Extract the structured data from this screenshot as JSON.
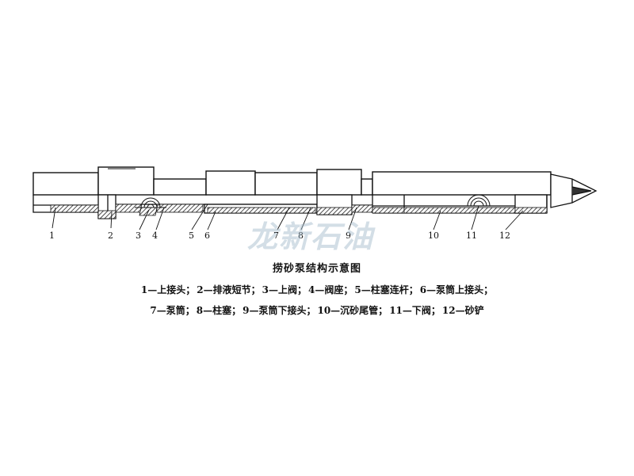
{
  "caption": "捞砂泵结构示意图",
  "watermark": "龙新石油",
  "legend_rows": [
    [
      {
        "num": "1",
        "sep": "—",
        "label": "上接头",
        "tail": "；"
      },
      {
        "num": "2",
        "sep": "—",
        "label": "排液短节",
        "tail": "；"
      },
      {
        "num": "3",
        "sep": "—",
        "label": "上阀",
        "tail": "；"
      },
      {
        "num": "4",
        "sep": "—",
        "label": "阀座",
        "tail": "；"
      },
      {
        "num": "5",
        "sep": "—",
        "label": "柱塞连杆",
        "tail": "；"
      },
      {
        "num": "6",
        "sep": "—",
        "label": "泵筒上接头",
        "tail": "；"
      }
    ],
    [
      {
        "num": "7",
        "sep": "—",
        "label": "泵筒",
        "tail": "；"
      },
      {
        "num": "8",
        "sep": "—",
        "label": "柱塞",
        "tail": "；"
      },
      {
        "num": "9",
        "sep": "—",
        "label": "泵筒下接头",
        "tail": "；"
      },
      {
        "num": "10",
        "sep": "—",
        "label": "沉砂尾管",
        "tail": "；"
      },
      {
        "num": "11",
        "sep": "—",
        "label": "下阀",
        "tail": "；"
      },
      {
        "num": "12",
        "sep": "—",
        "label": "砂铲",
        "tail": ""
      }
    ]
  ],
  "part_numbers": [
    "1",
    "2",
    "3",
    "4",
    "5",
    "6",
    "7",
    "8",
    "9",
    "10",
    "11",
    "12"
  ]
}
